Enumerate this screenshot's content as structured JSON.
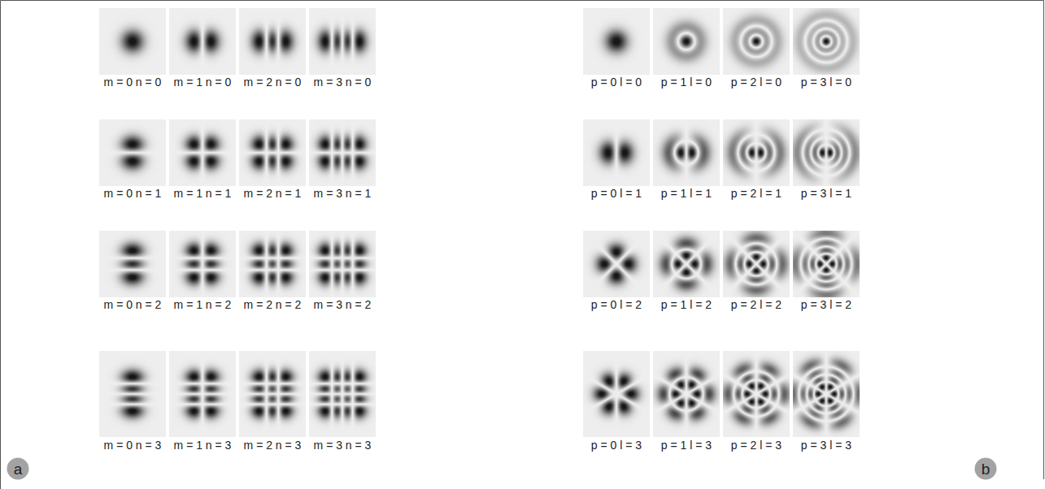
{
  "diagram": {
    "nodes": [
      {
        "text": [
          "a"
        ]
      },
      {
        "text": [
          "b"
        ]
      }
    ],
    "labels": [
      "m = 0 n = 0",
      "m = 1 n = 0",
      "m = 2 n = 0",
      "m = 3 n = 0",
      "m = 0 n = 1",
      "m = 1 n = 1",
      "m = 2 n = 1",
      "m = 3 n = 1",
      "m = 0 n = 2",
      "m = 1 n = 2",
      "m = 2 n = 2",
      "m = 3 n = 2",
      "m = 0 n = 3",
      "m = 1 n = 3",
      "m = 2 n = 3",
      "m = 3 n = 3",
      "p = 0 l = 0",
      "p = 1 l = 0",
      "p = 2 l = 0",
      "p = 3 l = 0",
      "p = 0 l = 1",
      "p = 1 l = 1",
      "p = 2 l = 1",
      "p = 3 l = 1",
      "p = 0 l = 2",
      "p = 1 l = 2",
      "p = 2 l = 2",
      "p = 3 l = 2",
      "p = 0 l = 3",
      "p = 1 l = 3",
      "p = 2 l = 3",
      "p = 3 l = 3"
    ]
  }
}
